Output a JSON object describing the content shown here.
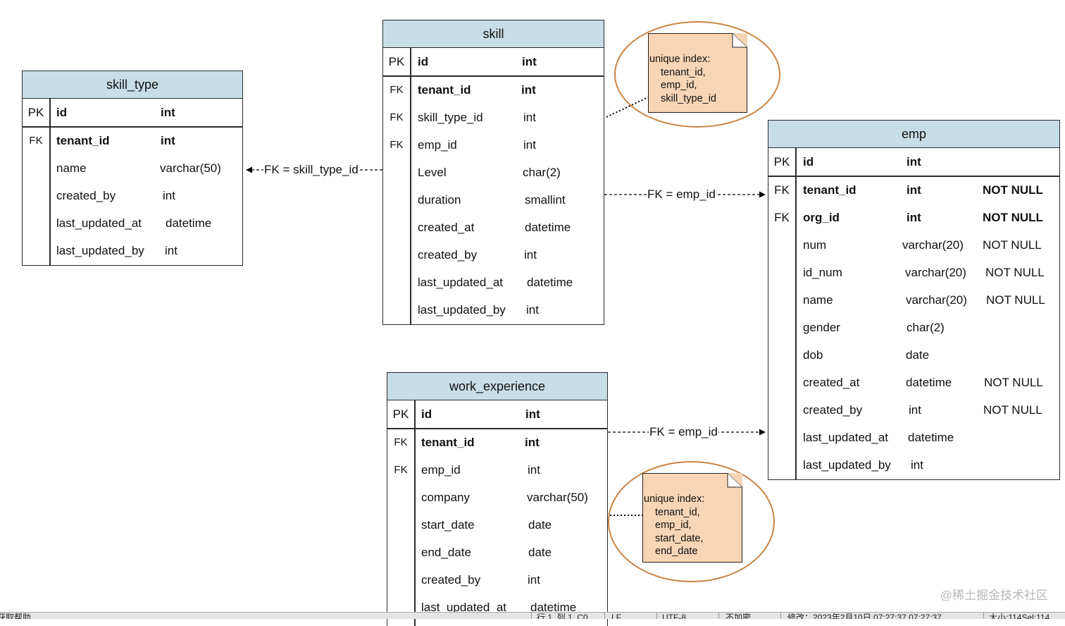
{
  "tables": {
    "skill_type": {
      "title": "skill_type",
      "pk": {
        "key": "PK",
        "name": "id",
        "type": "int"
      },
      "rows": [
        {
          "key": "FK",
          "name": "tenant_id",
          "type": "int",
          "constraint": ""
        },
        {
          "key": "",
          "name": "name",
          "type": "varchar(50)",
          "constraint": ""
        },
        {
          "key": "",
          "name": "created_by",
          "type": "int",
          "constraint": ""
        },
        {
          "key": "",
          "name": "last_updated_at",
          "type": "datetime",
          "constraint": ""
        },
        {
          "key": "",
          "name": "last_updated_by",
          "type": "int",
          "constraint": ""
        }
      ]
    },
    "skill": {
      "title": "skill",
      "pk": {
        "key": "PK",
        "name": "id",
        "type": "int"
      },
      "rows": [
        {
          "key": "FK",
          "name": "tenant_id",
          "type": "int",
          "constraint": ""
        },
        {
          "key": "FK",
          "name": "skill_type_id",
          "type": "int",
          "constraint": ""
        },
        {
          "key": "FK",
          "name": "emp_id",
          "type": "int",
          "constraint": ""
        },
        {
          "key": "",
          "name": "Level",
          "type": "char(2)",
          "constraint": ""
        },
        {
          "key": "",
          "name": "duration",
          "type": "smallint",
          "constraint": ""
        },
        {
          "key": "",
          "name": "created_at",
          "type": "datetime",
          "constraint": ""
        },
        {
          "key": "",
          "name": "created_by",
          "type": "int",
          "constraint": ""
        },
        {
          "key": "",
          "name": "last_updated_at",
          "type": "datetime",
          "constraint": ""
        },
        {
          "key": "",
          "name": "last_updated_by",
          "type": "int",
          "constraint": ""
        }
      ]
    },
    "emp": {
      "title": "emp",
      "pk": {
        "key": "PK",
        "name": "id",
        "type": "int"
      },
      "rows": [
        {
          "key": "FK",
          "name": "tenant_id",
          "type": "int",
          "constraint": "NOT NULL"
        },
        {
          "key": "FK",
          "name": "org_id",
          "type": "int",
          "constraint": "NOT NULL"
        },
        {
          "key": "",
          "name": "num",
          "type": "varchar(20)",
          "constraint": "NOT NULL"
        },
        {
          "key": "",
          "name": "id_num",
          "type": "varchar(20)",
          "constraint": "NOT NULL"
        },
        {
          "key": "",
          "name": "name",
          "type": "varchar(20)",
          "constraint": "NOT NULL"
        },
        {
          "key": "",
          "name": "gender",
          "type": "char(2)",
          "constraint": ""
        },
        {
          "key": "",
          "name": "dob",
          "type": "date",
          "constraint": ""
        },
        {
          "key": "",
          "name": "created_at",
          "type": "datetime",
          "constraint": "NOT NULL"
        },
        {
          "key": "",
          "name": "created_by",
          "type": "int",
          "constraint": "NOT NULL"
        },
        {
          "key": "",
          "name": "last_updated_at",
          "type": "datetime",
          "constraint": ""
        },
        {
          "key": "",
          "name": "last_updated_by",
          "type": "int",
          "constraint": ""
        }
      ]
    },
    "work_experience": {
      "title": "work_experience",
      "pk": {
        "key": "PK",
        "name": "id",
        "type": "int"
      },
      "rows": [
        {
          "key": "FK",
          "name": "tenant_id",
          "type": "int",
          "constraint": ""
        },
        {
          "key": "FK",
          "name": "emp_id",
          "type": "int",
          "constraint": ""
        },
        {
          "key": "",
          "name": "company",
          "type": "varchar(50)",
          "constraint": ""
        },
        {
          "key": "",
          "name": "start_date",
          "type": "date",
          "constraint": ""
        },
        {
          "key": "",
          "name": "end_date",
          "type": "date",
          "constraint": ""
        },
        {
          "key": "",
          "name": "created_by",
          "type": "int",
          "constraint": ""
        },
        {
          "key": "",
          "name": "last_updated_at",
          "type": "datetime",
          "constraint": ""
        }
      ]
    }
  },
  "notes": {
    "skill_unique": {
      "heading": "unique index:",
      "items": [
        "tenant_id,",
        "emp_id,",
        "skill_type_id"
      ]
    },
    "work_unique": {
      "heading": "unique index:",
      "items": [
        "tenant_id,",
        "emp_id,",
        "start_date,",
        "end_date"
      ]
    }
  },
  "connectors": {
    "skill_to_skill_type": "FK = skill_type_id",
    "skill_to_emp": "FK = emp_id",
    "work_to_emp": "FK = emp_id"
  },
  "watermark": "@稀土掘金技术社区",
  "statusbar": {
    "left": "获取帮助",
    "position": "行 1, 列 1, C0",
    "line_ending": "LF",
    "encoding": "UTF-8",
    "lock": "不加密",
    "modified": "修改：2023年2月10日 07:27:37 07:27:37",
    "size": "大小:114Sel:114"
  },
  "colors": {
    "table_header": "#c7dde7",
    "note_fill": "#f8d5b5",
    "note_ring": "#c98442",
    "border": "#2b2b2b"
  }
}
